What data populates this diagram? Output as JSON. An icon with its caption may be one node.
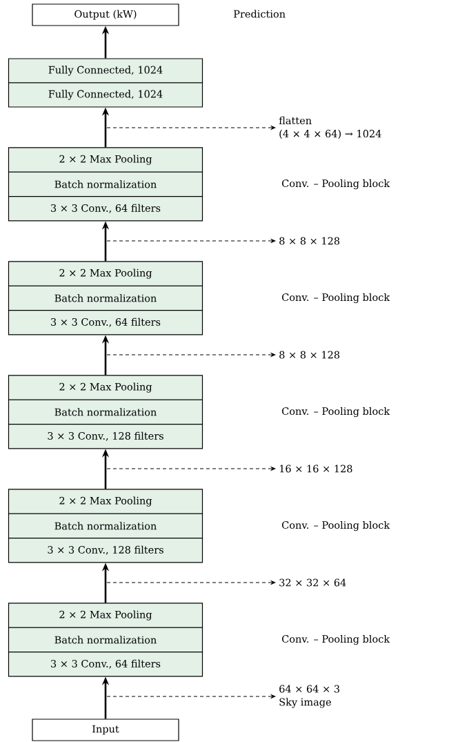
{
  "diagram": {
    "nodes": [
      {
        "text": [
          "Output (kW)"
        ]
      },
      {
        "text": [
          "Fully Connected, 1024"
        ]
      },
      {
        "text": [
          "Fully Connected, 1024"
        ]
      },
      {
        "text": [
          "flatten",
          "(4 × 4 × 64) → 1024"
        ]
      },
      {
        "text": [
          "2 × 2 Max Pooling"
        ]
      },
      {
        "text": [
          "Batch normalization"
        ]
      },
      {
        "text": [
          "3 × 3 Conv., 64 filters"
        ]
      },
      {
        "text": [
          "8 × 8 × 128"
        ]
      },
      {
        "text": [
          "2 × 2 Max Pooling"
        ]
      },
      {
        "text": [
          "Batch normalization"
        ]
      },
      {
        "text": [
          "3 × 3 Conv., 64 filters"
        ]
      },
      {
        "text": [
          "8 × 8 × 128"
        ]
      },
      {
        "text": [
          "2 × 2 Max Pooling"
        ]
      },
      {
        "text": [
          "Batch normalization"
        ]
      },
      {
        "text": [
          "3 × 3 Conv., 128 filters"
        ]
      },
      {
        "text": [
          "16 × 16 × 128"
        ]
      },
      {
        "text": [
          "2 × 2 Max Pooling"
        ]
      },
      {
        "text": [
          "Batch normalization"
        ]
      },
      {
        "text": [
          "3 × 3 Conv., 128 filters"
        ]
      },
      {
        "text": [
          "32 × 32 × 64"
        ]
      },
      {
        "text": [
          "2 × 2 Max Pooling"
        ]
      },
      {
        "text": [
          "Batch normalization"
        ]
      },
      {
        "text": [
          "3 × 3 Conv., 64 filters"
        ]
      },
      {
        "text": [
          "64 × 64 × 3",
          "Sky image"
        ]
      },
      {
        "text": [
          "Input"
        ]
      }
    ],
    "edges": [
      {
        "from": 1,
        "to": 0,
        "arrow": "to"
      },
      {
        "from": 4,
        "to": 2,
        "arrow": "to"
      },
      {
        "from": null,
        "to": 3,
        "arrow": "to",
        "style": "dashed"
      },
      {
        "from": 8,
        "to": 6,
        "arrow": "to"
      },
      {
        "from": null,
        "to": 7,
        "arrow": "to",
        "style": "dashed"
      },
      {
        "from": 12,
        "to": 10,
        "arrow": "to"
      },
      {
        "from": null,
        "to": 11,
        "arrow": "to",
        "style": "dashed"
      },
      {
        "from": 16,
        "to": 14,
        "arrow": "to"
      },
      {
        "from": null,
        "to": 15,
        "arrow": "to",
        "style": "dashed"
      },
      {
        "from": 20,
        "to": 18,
        "arrow": "to"
      },
      {
        "from": null,
        "to": 19,
        "arrow": "to",
        "style": "dashed"
      },
      {
        "from": 24,
        "to": 22,
        "arrow": "to"
      },
      {
        "from": null,
        "to": 23,
        "arrow": "to",
        "style": "dashed"
      }
    ],
    "labels": [
      "Prediction",
      "Conv. – Pooling block",
      "Conv. – Pooling block",
      "Conv. – Pooling block",
      "Conv. – Pooling block",
      "Conv. – Pooling block"
    ]
  }
}
